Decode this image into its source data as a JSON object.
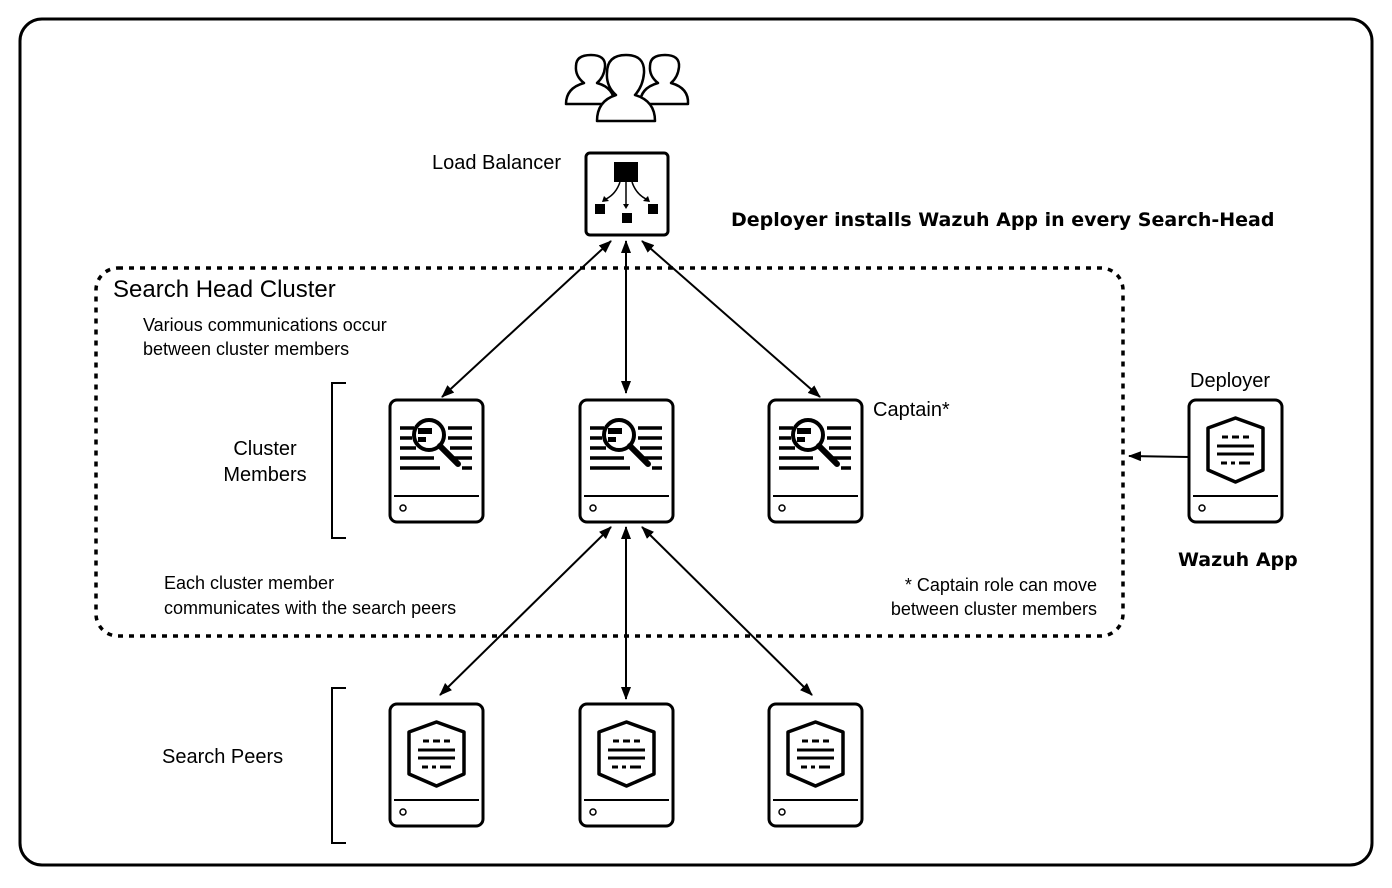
{
  "labels": {
    "load_balancer": "Load Balancer",
    "deployer_note": "Deployer installs Wazuh App in every Search-Head",
    "cluster_title": "Search Head Cluster",
    "comm_line1": "Various communications occur",
    "comm_line2": "between cluster members",
    "members_line1": "Cluster",
    "members_line2": "Members",
    "captain": "Captain*",
    "deployer": "Deployer",
    "wazuh_app": "Wazuh App",
    "peers_comm_line1": "Each cluster member",
    "peers_comm_line2": "communicates with the search peers",
    "captain_note_line1": "* Captain role can move",
    "captain_note_line2": "between cluster members",
    "search_peers": "Search Peers"
  },
  "icons": {
    "users": "users-group-icon",
    "load_balancer": "load-balancer-icon",
    "search_head": "search-head-server-icon",
    "indexer": "indexer-server-icon",
    "deployer": "deployer-server-icon"
  },
  "colors": {
    "stroke": "#000000",
    "background": "#ffffff",
    "server_fill": "#ffffff"
  }
}
